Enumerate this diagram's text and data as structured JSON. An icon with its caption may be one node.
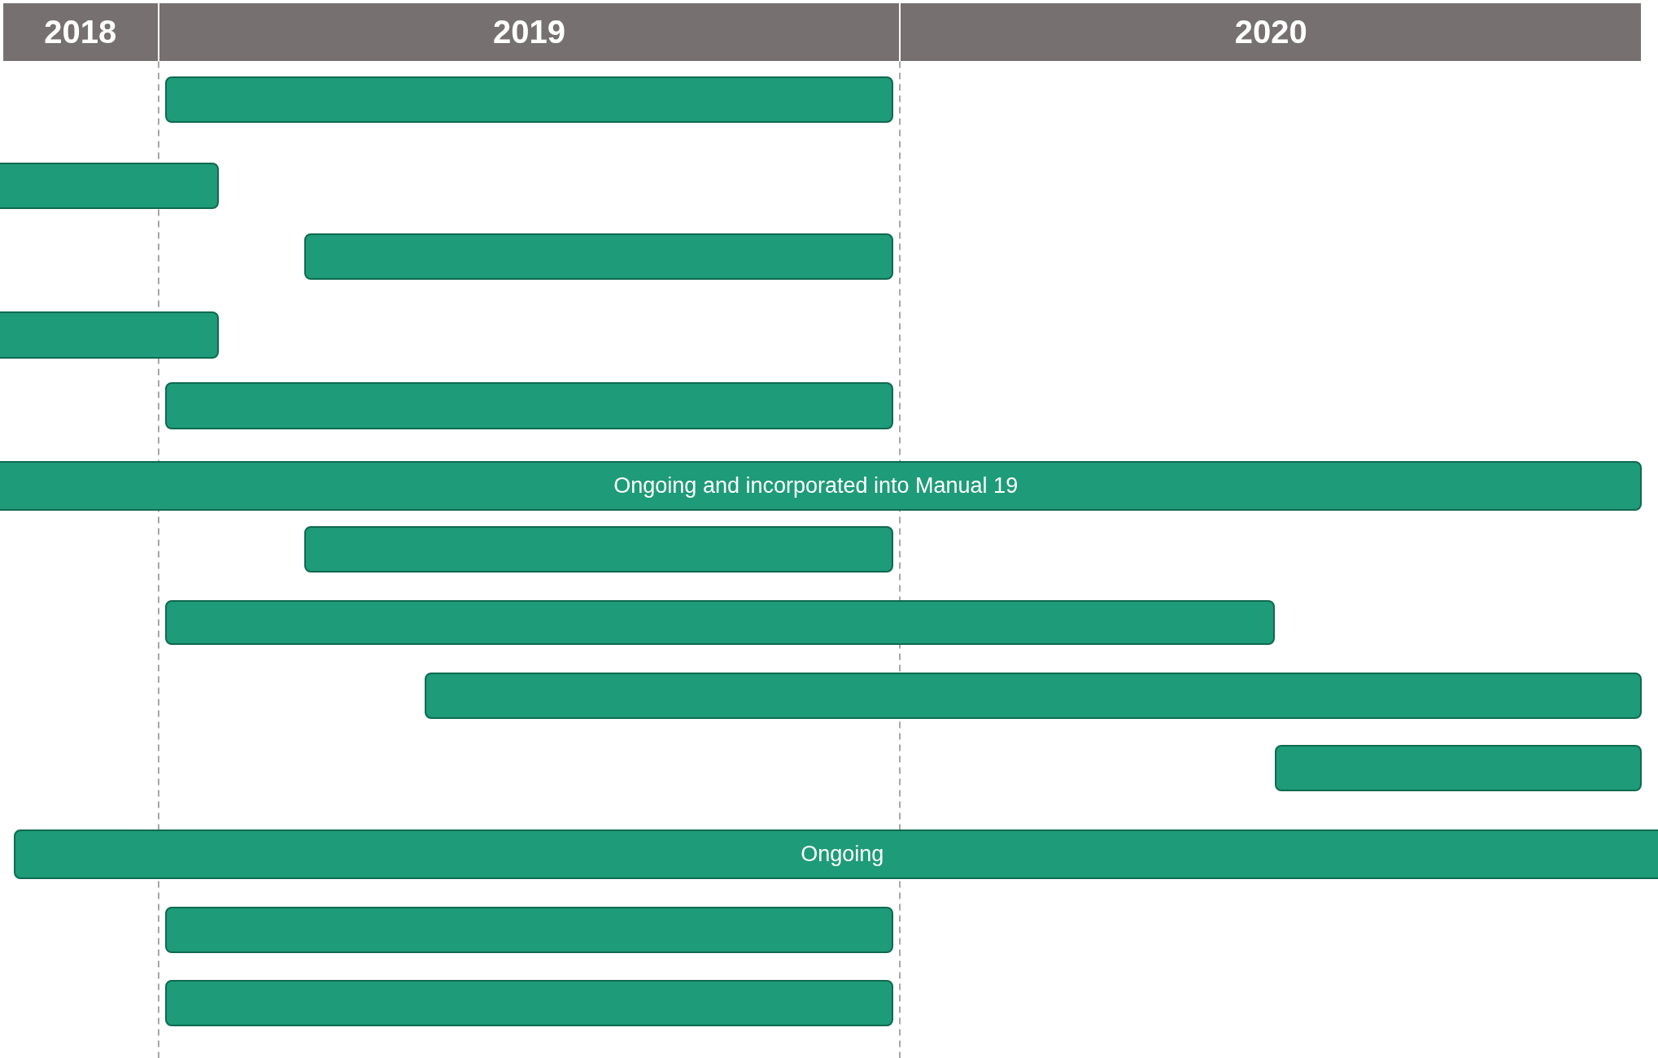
{
  "diagram": {
    "nodes": [
      {
        "text": [
          "2018"
        ]
      },
      {
        "text": [
          "2019"
        ]
      },
      {
        "text": [
          "2020"
        ]
      },
      {
        "text": [],
        "shape": "bar"
      },
      {
        "text": [],
        "shape": "bar"
      },
      {
        "text": [],
        "shape": "bar"
      },
      {
        "text": [],
        "shape": "bar"
      },
      {
        "text": [],
        "shape": "bar"
      },
      {
        "text": [
          "Ongoing and incorporated into Manual 19"
        ]
      },
      {
        "text": [],
        "shape": "bar"
      },
      {
        "text": [],
        "shape": "bar"
      },
      {
        "text": [],
        "shape": "bar"
      },
      {
        "text": [],
        "shape": "bar"
      },
      {
        "text": [
          "Ongoing"
        ]
      },
      {
        "text": [],
        "shape": "bar"
      },
      {
        "text": [],
        "shape": "bar"
      }
    ]
  }
}
